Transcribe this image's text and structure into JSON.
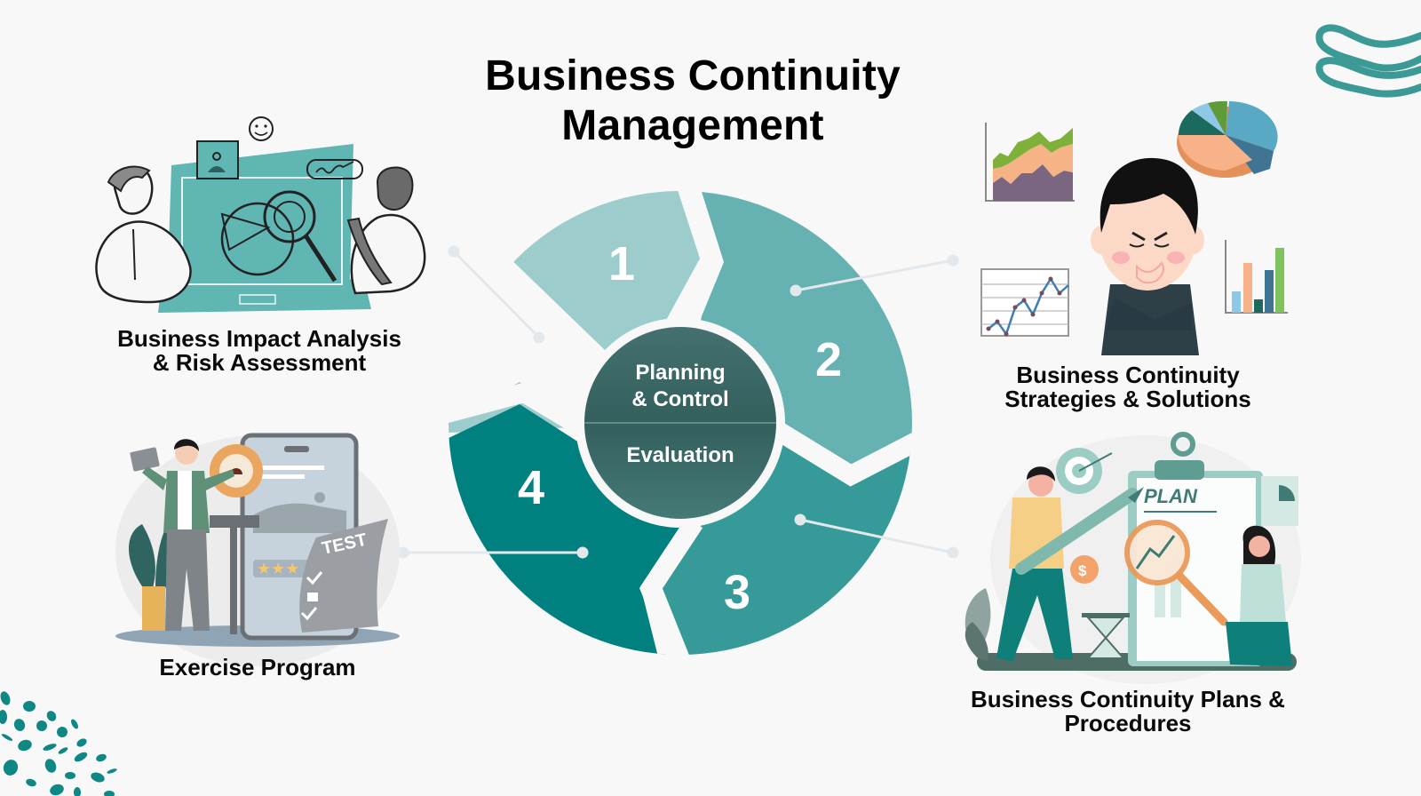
{
  "header": {
    "title_line1": "Business Continuity",
    "title_line2": "Management"
  },
  "cycle": {
    "center": {
      "top_line1": "Planning",
      "top_line2": "& Control",
      "bottom": "Evaluation"
    },
    "segments": [
      {
        "number": "1",
        "color": "#9ccdcc"
      },
      {
        "number": "2",
        "color": "#66b2b2"
      },
      {
        "number": "3",
        "color": "#359a98"
      },
      {
        "number": "4",
        "color": "#018080"
      }
    ],
    "hub_color": "#3e6b69"
  },
  "steps": [
    {
      "line1": "Business Impact Analysis",
      "line2": "& Risk Assessment"
    },
    {
      "line1": "Business Continuity",
      "line2": "Strategies & Solutions"
    },
    {
      "line1": "Business Continuity Plans &",
      "line2": "Procedures"
    },
    {
      "line1": "Exercise Program"
    }
  ],
  "illustrations": {
    "plan_board_text": "PLAN",
    "test_sheet_text": "TEST"
  },
  "colors": {
    "accent_teal": "#0f8784",
    "light_teal": "#5fb6b3",
    "background": "#f8f8f8"
  }
}
